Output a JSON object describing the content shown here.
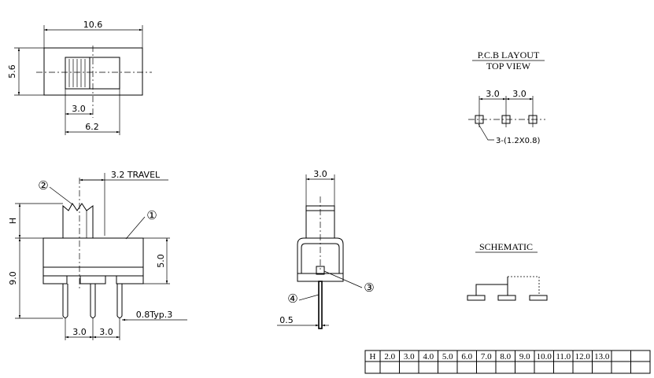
{
  "top_view": {
    "width_dim": "10.6",
    "height_dim": "5.6",
    "knob_dim": "3.0",
    "offset_dim": "6.2"
  },
  "front_view": {
    "callout_2": "②",
    "callout_1": "①",
    "travel_label": "3.2 TRAVEL",
    "h_label": "H",
    "body_height_dim": "5.0",
    "total_height_dim": "9.0",
    "pin_pitch_left": "3.0",
    "pin_pitch_right": "3.0",
    "pin_thickness_label": "0.8Typ.3"
  },
  "side_view": {
    "width_dim": "3.0",
    "callout_3": "③",
    "callout_4": "④",
    "pin_dim": "0.5"
  },
  "pcb_layout": {
    "title": "P.C.B LAYOUT",
    "subtitle": "TOP VIEW",
    "pitch_left": "3.0",
    "pitch_right": "3.0",
    "hole_label": "3-(1.2X0.8)"
  },
  "schematic": {
    "title": "SCHEMATIC"
  },
  "h_table": {
    "header": "H",
    "columns": [
      "2.0",
      "3.0",
      "4.0",
      "5.0",
      "6.0",
      "7.0",
      "8.0",
      "9.0",
      "10.0",
      "11.0",
      "12.0",
      "13.0",
      "",
      ""
    ]
  }
}
